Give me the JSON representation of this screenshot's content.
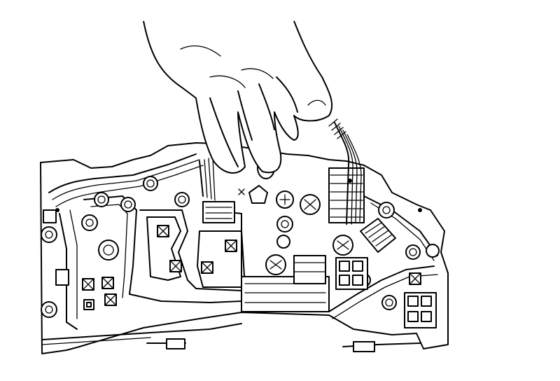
{
  "figure": {
    "background": "#ffffff",
    "stroke_color": "#000000",
    "parts": [
      {
        "name": "hand",
        "icon": "hand-icon"
      },
      {
        "name": "bulb-and-socket",
        "icon": "bulb-icon"
      },
      {
        "name": "wire-harness",
        "icon": "wire-harness-icon"
      },
      {
        "name": "circuit-board",
        "icon": "circuit-board-icon"
      },
      {
        "name": "mounting-screws",
        "icon": "screw-icon"
      },
      {
        "name": "connectors",
        "icon": "connector-icon"
      },
      {
        "name": "bulb-sockets",
        "icon": "socket-icon"
      }
    ]
  }
}
